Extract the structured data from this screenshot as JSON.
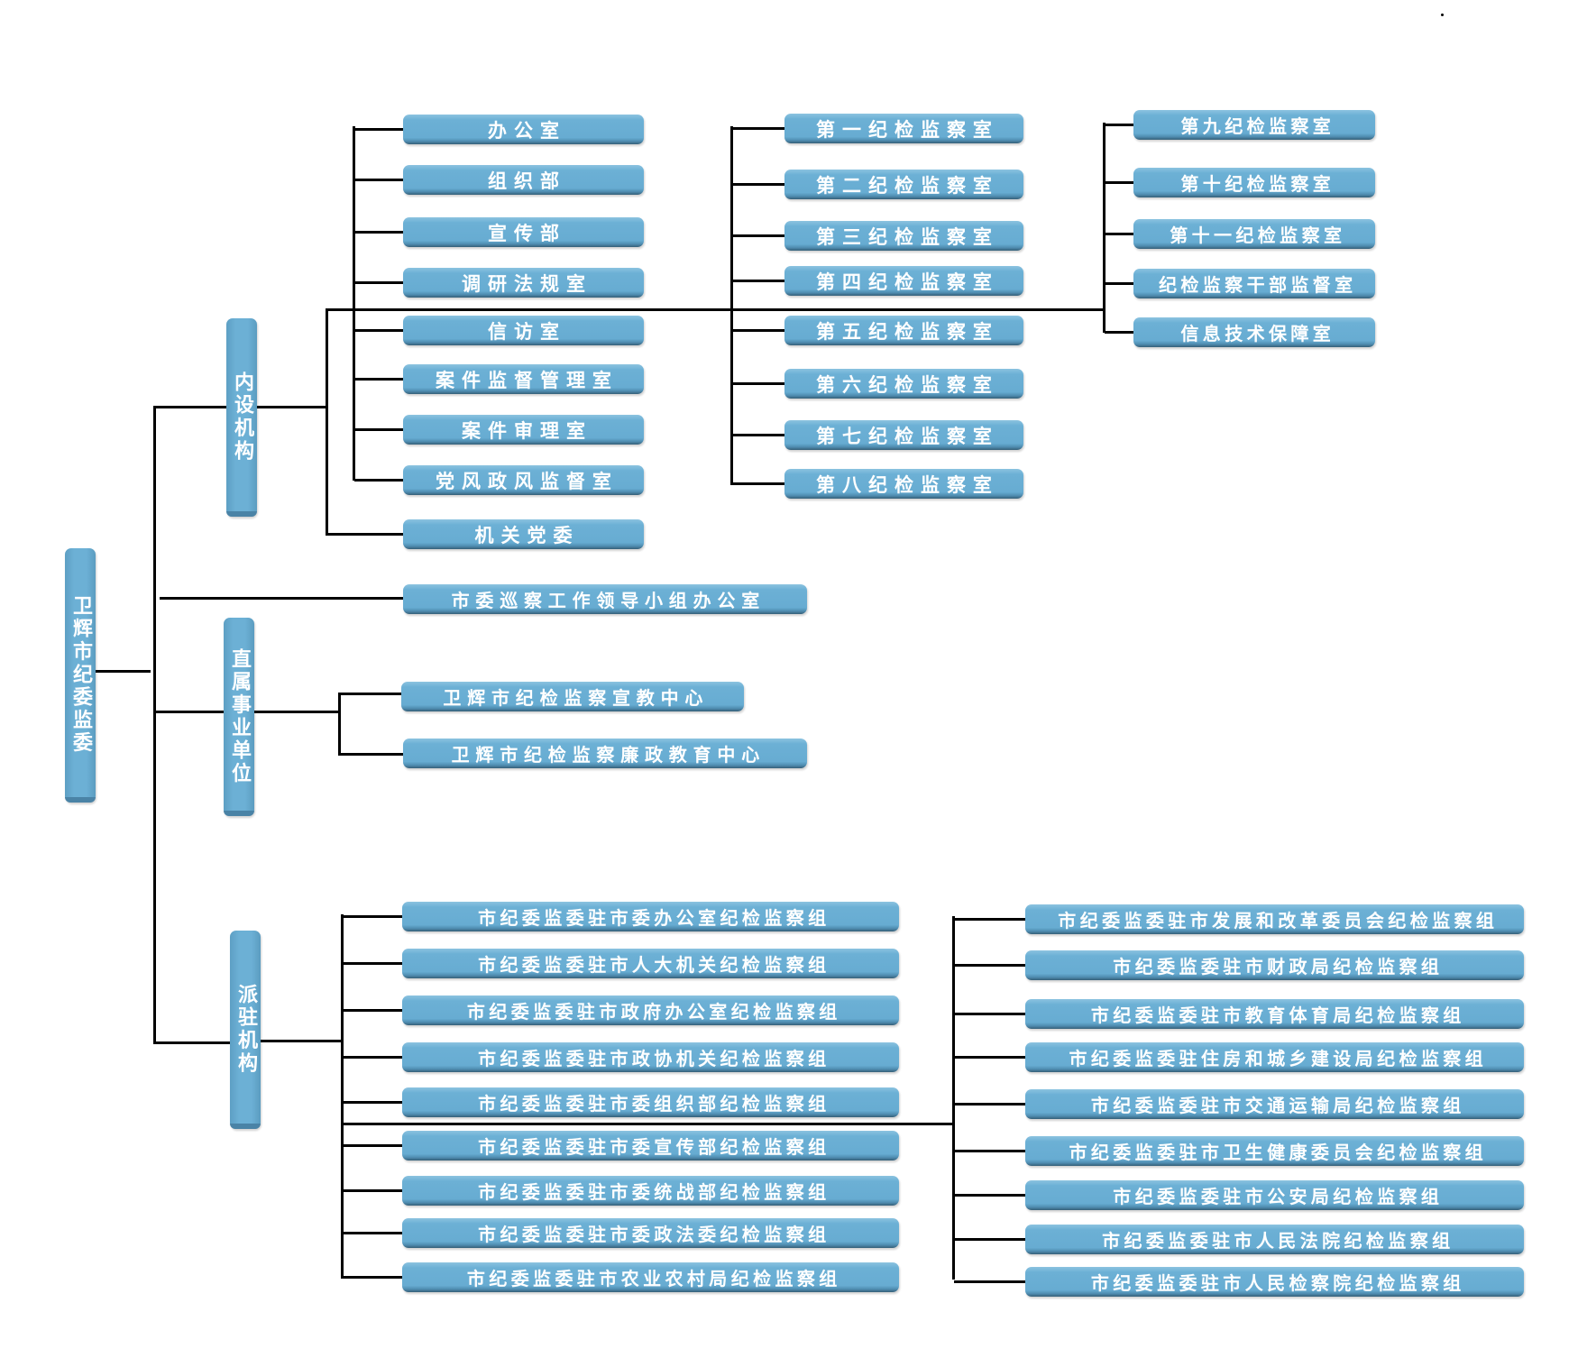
{
  "title": "卫辉市纪委监委",
  "root": {
    "label": "卫辉市纪委监委"
  },
  "branches": {
    "internal": {
      "label": "内设机构",
      "departments": [
        "办公室",
        "组织部",
        "宣传部",
        "调研法规室",
        "信访室",
        "案件监督管理室",
        "案件审理室",
        "党风政风监督室"
      ],
      "party_committee": "机关党委",
      "inspection_rooms_a": [
        "第一纪检监察室",
        "第二纪检监察室",
        "第三纪检监察室",
        "第四纪检监察室",
        "第五纪检监察室",
        "第六纪检监察室",
        "第七纪检监察室",
        "第八纪检监察室"
      ],
      "inspection_rooms_b": [
        "第九纪检监察室",
        "第十纪检监察室",
        "第十一纪检监察室",
        "纪检监察干部监督室",
        "信息技术保障室"
      ]
    },
    "patrol_office": {
      "label": "市委巡察工作领导小组办公室"
    },
    "institutions": {
      "label": "直属事业单位",
      "units": [
        "卫辉市纪检监察宣教中心",
        "卫辉市纪检监察廉政教育中心"
      ]
    },
    "stationed": {
      "label": "派驻机构",
      "groups_a": [
        "市纪委监委驻市委办公室纪检监察组",
        "市纪委监委驻市人大机关纪检监察组",
        "市纪委监委驻市政府办公室纪检监察组",
        "市纪委监委驻市政协机关纪检监察组",
        "市纪委监委驻市委组织部纪检监察组",
        "市纪委监委驻市委宣传部纪检监察组",
        "市纪委监委驻市委统战部纪检监察组",
        "市纪委监委驻市委政法委纪检监察组",
        "市纪委监委驻市农业农村局纪检监察组"
      ],
      "groups_b": [
        "市纪委监委驻市发展和改革委员会纪检监察组",
        "市纪委监委驻市财政局纪检监察组",
        "市纪委监委驻市教育体育局纪检监察组",
        "市纪委监委驻住房和城乡建设局纪检监察组",
        "市纪委监委驻市交通运输局纪检监察组",
        "市纪委监委驻市卫生健康委员会纪检监察组",
        "市纪委监委驻市公安局纪检监察组",
        "市纪委监委驻市人民法院纪检监察组",
        "市纪委监委驻市人民检察院纪检监察组"
      ]
    }
  },
  "colors": {
    "box": "#6cb0d5",
    "box_edge": "#355f78",
    "text": "#ffffff",
    "line": "#000000"
  }
}
